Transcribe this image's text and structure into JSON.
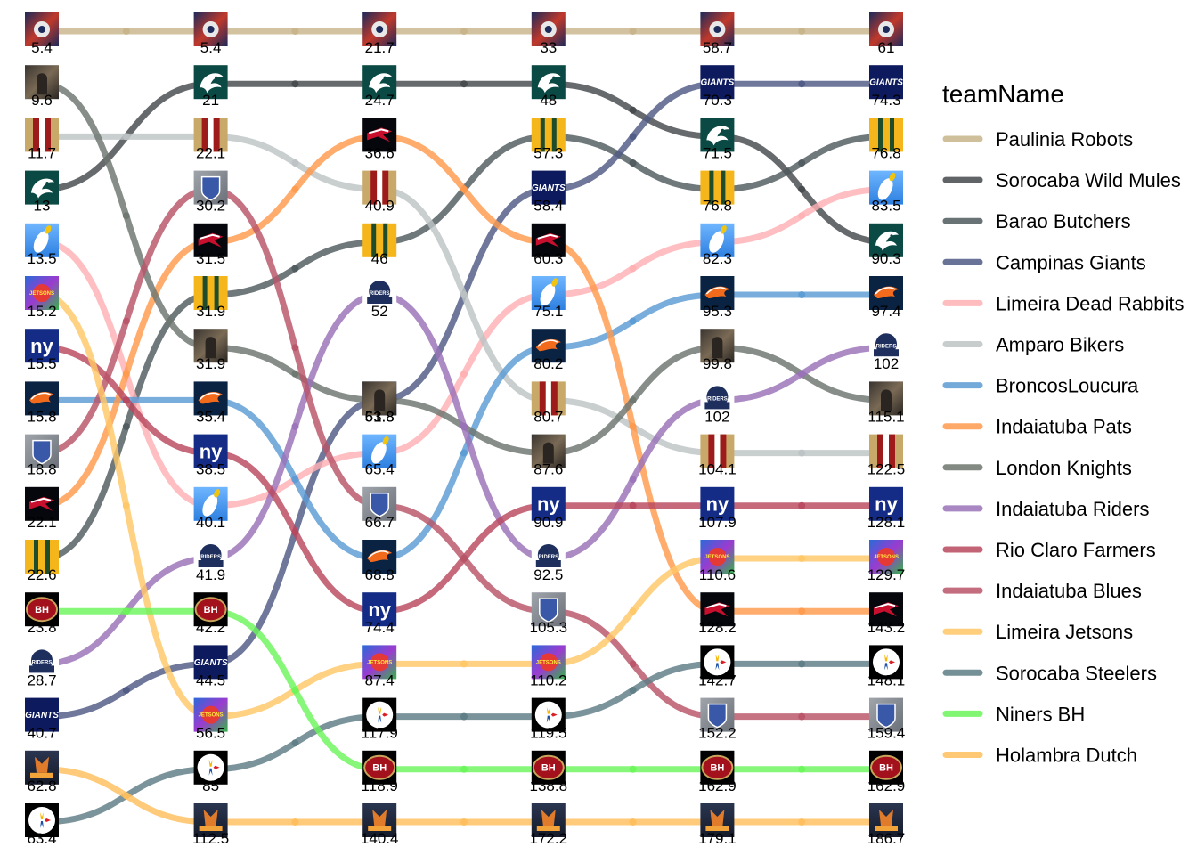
{
  "chart_data": {
    "type": "line",
    "subtype": "bump",
    "legend_title": "teamName",
    "legend_position": "right",
    "grid": false,
    "rounds": 6,
    "series": [
      {
        "name": "Paulinia Robots",
        "color": "#C8B48A",
        "logo": "robot-logo-icon",
        "ranks": [
          1,
          1,
          1,
          1,
          1,
          1
        ],
        "values": [
          "5.4",
          "5.4",
          "21.7",
          "33",
          "58.7",
          "61"
        ]
      },
      {
        "name": "Sorocaba Wild Mules",
        "color": "#45494C",
        "logo": "eagle-logo-icon",
        "ranks": [
          4,
          2,
          2,
          2,
          3,
          5
        ],
        "values": [
          "13",
          "21",
          "24.7",
          "48",
          "71.5",
          "90.3"
        ]
      },
      {
        "name": "Barao Butchers",
        "color": "#4F5A5E",
        "logo": "packers-style-logo-icon",
        "ranks": [
          11,
          6,
          5,
          3,
          4,
          3
        ],
        "values": [
          "22.6",
          "31.9",
          "46",
          "57.3",
          "76.8",
          "76.8"
        ]
      },
      {
        "name": "Campinas Giants",
        "color": "#4F5A85",
        "logo": "giants-logo-icon",
        "ranks": [
          14,
          13,
          8,
          4,
          2,
          2
        ],
        "values": [
          "40.7",
          "44.5",
          "53.8",
          "58.4",
          "70.3",
          "74.3"
        ]
      },
      {
        "name": "Limeira Dead Rabbits",
        "color": "#FFB0B3",
        "logo": "rabbit-logo-icon",
        "ranks": [
          5,
          10,
          9,
          6,
          5,
          4
        ],
        "values": [
          "13.5",
          "40.1",
          "65.4",
          "75.1",
          "82.3",
          "83.5"
        ]
      },
      {
        "name": "Amparo Bikers",
        "color": "#BDC3C4",
        "logo": "49ers-style-logo-icon",
        "ranks": [
          3,
          3,
          4,
          8,
          9,
          9
        ],
        "values": [
          "11.7",
          "22.1",
          "40.9",
          "80.7",
          "104.1",
          "122.5"
        ]
      },
      {
        "name": "BroncosLoucura",
        "color": "#5A9BD4",
        "logo": "broncos-logo-icon",
        "ranks": [
          8,
          8,
          11,
          7,
          6,
          6
        ],
        "values": [
          "15.8",
          "35.4",
          "68.8",
          "80.2",
          "95.3",
          "97.4"
        ]
      },
      {
        "name": "Indaiatuba Pats",
        "color": "#FF9A4D",
        "logo": "patriots-logo-icon",
        "ranks": [
          10,
          5,
          3,
          5,
          12,
          12
        ],
        "values": [
          "22.1",
          "31.5",
          "36.6",
          "60.3",
          "128.2",
          "143.2"
        ]
      },
      {
        "name": "London Knights",
        "color": "#6D756F",
        "logo": "knight-logo-icon",
        "ranks": [
          2,
          7,
          8,
          9,
          7,
          8
        ],
        "values": [
          "9.6",
          "31.9",
          "61.8",
          "87.6",
          "99.8",
          "115.1"
        ]
      },
      {
        "name": "Indaiatuba Riders",
        "color": "#9A72B8",
        "logo": "riders-logo-icon",
        "ranks": [
          13,
          11,
          6,
          11,
          8,
          7
        ],
        "values": [
          "28.7",
          "41.9",
          "52",
          "92.5",
          "102",
          "102"
        ]
      },
      {
        "name": "Rio Claro Farmers",
        "color": "#B8485E",
        "logo": "ny-logo-icon",
        "ranks": [
          7,
          9,
          12,
          10,
          10,
          10
        ],
        "values": [
          "15.5",
          "38.5",
          "74.4",
          "90.9",
          "107.9",
          "128.1"
        ]
      },
      {
        "name": "Indaiatuba Blues",
        "color": "#B85468",
        "logo": "blues-logo-icon",
        "ranks": [
          9,
          4,
          10,
          12,
          14,
          14
        ],
        "values": [
          "18.8",
          "30.2",
          "66.7",
          "105.3",
          "152.2",
          "159.4"
        ]
      },
      {
        "name": "Limeira Jetsons",
        "color": "#FFC766",
        "logo": "jetsons-logo-icon",
        "ranks": [
          6,
          14,
          13,
          13,
          11,
          11
        ],
        "values": [
          "15.2",
          "56.5",
          "87.4",
          "110.2",
          "110.6",
          "129.7"
        ]
      },
      {
        "name": "Sorocaba Steelers",
        "color": "#5E7C85",
        "logo": "steelers-logo-icon",
        "ranks": [
          16,
          15,
          14,
          14,
          13,
          13
        ],
        "values": [
          "63.4",
          "85",
          "117.9",
          "119.5",
          "142.7",
          "148.1"
        ]
      },
      {
        "name": "Niners BH",
        "color": "#6BF55A",
        "logo": "bh-logo-icon",
        "ranks": [
          12,
          12,
          15,
          15,
          15,
          15
        ],
        "values": [
          "23.8",
          "42.2",
          "118.9",
          "138.8",
          "162.9",
          "162.9"
        ]
      },
      {
        "name": "Holambra Dutch",
        "color": "#FFBE5C",
        "logo": "dutch-logo-icon",
        "ranks": [
          15,
          16,
          16,
          16,
          16,
          16
        ],
        "values": [
          "62.8",
          "112.5",
          "140.4",
          "172.2",
          "179.1",
          "186.7"
        ]
      }
    ]
  }
}
